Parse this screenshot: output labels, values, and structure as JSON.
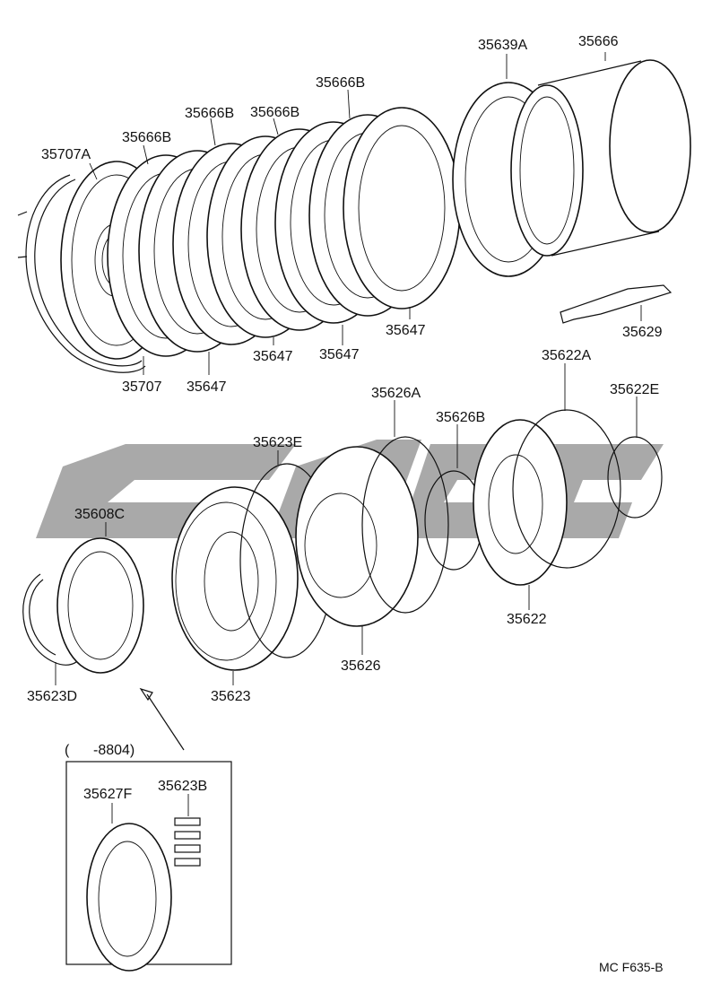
{
  "diagram_code": "MC F635-B",
  "labels": {
    "p35639A": "35639A",
    "p35666": "35666",
    "p35666B_a": "35666B",
    "p35666B_b": "35666B",
    "p35666B_c": "35666B",
    "p35666B_d": "35666B",
    "p35707A": "35707A",
    "p35707": "35707",
    "p35647_a": "35647",
    "p35647_b": "35647",
    "p35647_c": "35647",
    "p35647_d": "35647",
    "p35629": "35629",
    "p35622A": "35622A",
    "p35622E": "35622E",
    "p35626A": "35626A",
    "p35626B": "35626B",
    "p35623E": "35623E",
    "p35608C": "35608C",
    "p35622": "35622",
    "p35626": "35626",
    "p35623": "35623",
    "p35623D": "35623D",
    "date_range": "(      -8804)",
    "p35627F": "35627F",
    "p35623B": "35623B"
  }
}
